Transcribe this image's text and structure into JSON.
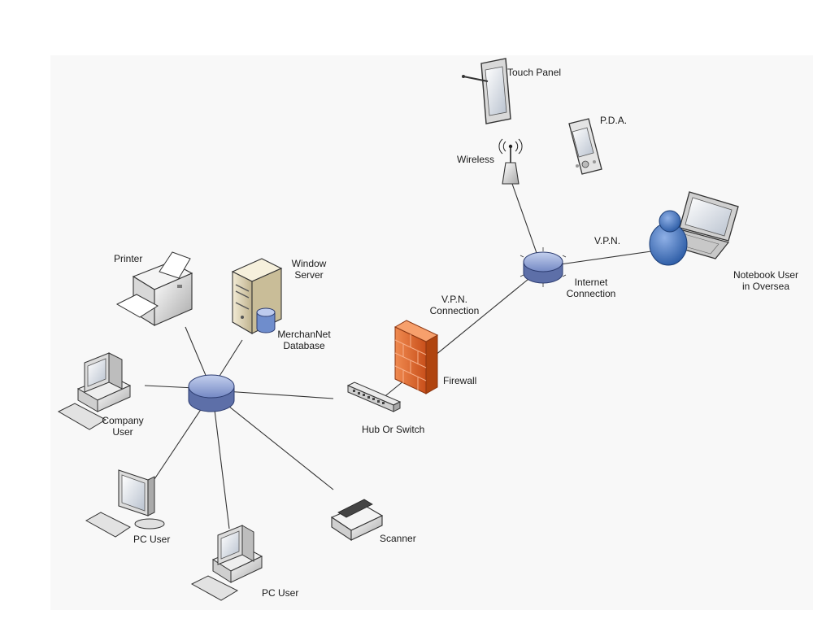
{
  "labels": {
    "touch_panel": "Touch Panel",
    "pda": "P.D.A.",
    "wireless": "Wireless",
    "vpn": "V.P.N.",
    "notebook_user_line1": "Notebook User",
    "notebook_user_line2": "in Oversea",
    "internet_connection_line1": "Internet",
    "internet_connection_line2": "Connection",
    "vpn_connection_line1": "V.P.N.",
    "vpn_connection_line2": "Connection",
    "firewall": "Firewall",
    "hub_or_switch": "Hub Or Switch",
    "printer": "Printer",
    "window_server_line1": "Window",
    "window_server_line2": "Server",
    "merchannet_db_line1": "MerchanNet",
    "merchannet_db_line2": "Database",
    "company_user_line1": "Company",
    "company_user_line2": "User",
    "pc_user_1": "PC User",
    "pc_user_2": "PC User",
    "scanner": "Scanner"
  },
  "icons": {
    "touch_panel": "touch-panel-icon",
    "pda": "pda-icon",
    "wireless": "wireless-antenna-icon",
    "notebook_user": "notebook-user-icon",
    "router": "router-hub-icon",
    "firewall": "firewall-icon",
    "switch": "switch-icon",
    "printer": "printer-icon",
    "server": "server-icon",
    "database": "database-icon",
    "workstation": "workstation-icon",
    "monitor": "monitor-icon",
    "scanner": "scanner-icon"
  },
  "colors": {
    "node_fill": "#8fa4d6",
    "node_stroke": "#2c3c70",
    "firewall": "#e0622a",
    "user_blue": "#3b6cb4",
    "line": "#333333"
  }
}
